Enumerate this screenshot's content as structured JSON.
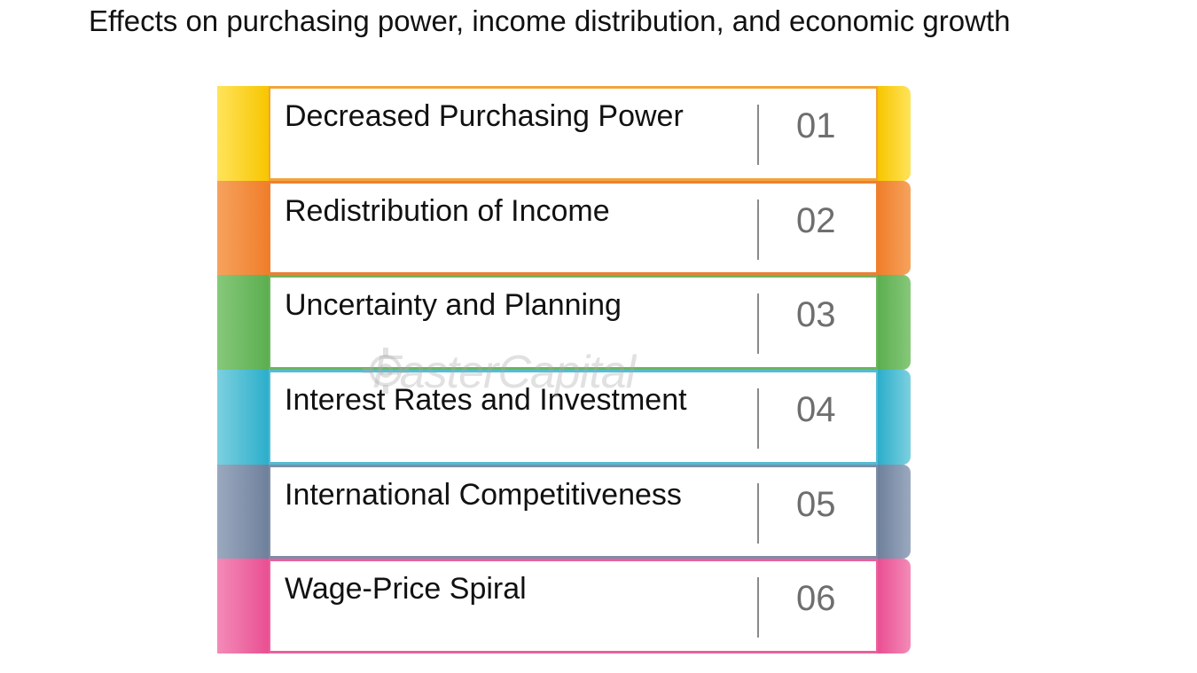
{
  "title": "Effects on purchasing power, income distribution, and economic growth",
  "items": [
    {
      "label": "Decreased Purchasing Power",
      "number": "01",
      "color": "#F7C600",
      "light": "#FFE35A",
      "line": "#F2A43A"
    },
    {
      "label": "Redistribution of Income",
      "number": "02",
      "color": "#F07E2A",
      "light": "#F6A25E",
      "line": "#EE7F33"
    },
    {
      "label": "Uncertainty and Planning",
      "number": "03",
      "color": "#5CAE50",
      "light": "#86C87A",
      "line": "#6BB65E"
    },
    {
      "label": "Interest Rates and Investment",
      "number": "04",
      "color": "#2BAECB",
      "light": "#7CD0DF",
      "line": "#55BCD3"
    },
    {
      "label": "International Competitiveness",
      "number": "05",
      "color": "#6F809C",
      "light": "#9AA9BF",
      "line": "#7E8DA6"
    },
    {
      "label": "Wage-Price Spiral",
      "number": "06",
      "color": "#E94F92",
      "light": "#F38BB8",
      "line": "#E9619F"
    }
  ],
  "watermark": {
    "text": "FasterCapital"
  }
}
